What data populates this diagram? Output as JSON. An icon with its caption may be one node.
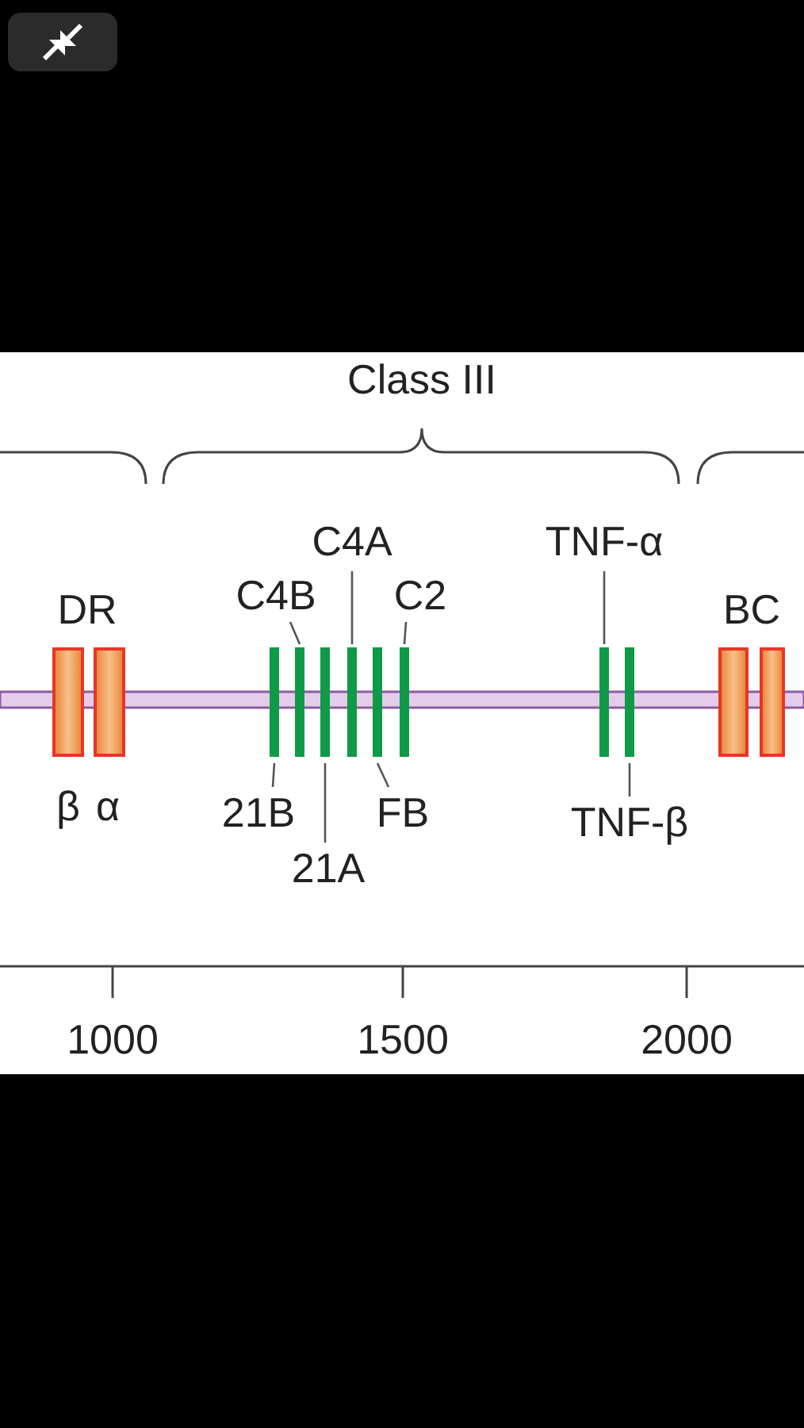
{
  "diagram": {
    "nodes": [
      {
        "text": [
          "C4A"
        ]
      },
      {
        "text": [
          "TNF-α"
        ]
      },
      {
        "text": [
          "C4B"
        ]
      },
      {
        "text": [
          "C2"
        ]
      },
      {
        "text": [
          "21B"
        ]
      },
      {
        "text": [
          "FB"
        ]
      },
      {
        "text": [
          "TNF-β"
        ]
      },
      {
        "text": [
          "21A"
        ]
      },
      {
        "text": [],
        "shape": "box"
      },
      {
        "text": [],
        "shape": "box"
      },
      {
        "text": [],
        "shape": "bar"
      },
      {
        "text": [],
        "shape": "bar"
      },
      {
        "text": [],
        "shape": "bar"
      },
      {
        "text": [],
        "shape": "bar"
      },
      {
        "text": [],
        "shape": "bar"
      },
      {
        "text": [],
        "shape": "bar"
      },
      {
        "text": [],
        "shape": "bar"
      },
      {
        "text": [],
        "shape": "bar"
      },
      {
        "text": [],
        "shape": "box"
      },
      {
        "text": [],
        "shape": "box"
      }
    ],
    "edges": [
      {
        "from": 2,
        "to": 11,
        "arrow": "none"
      },
      {
        "from": 0,
        "to": 13,
        "arrow": "none"
      },
      {
        "from": 3,
        "to": 15,
        "arrow": "none"
      },
      {
        "from": 4,
        "to": 10,
        "arrow": "none"
      },
      {
        "from": 7,
        "to": 12,
        "arrow": "none"
      },
      {
        "from": 5,
        "to": 14,
        "arrow": "none"
      },
      {
        "from": 1,
        "to": 16,
        "arrow": "none"
      },
      {
        "from": 6,
        "to": 17,
        "arrow": "none"
      }
    ],
    "labels": [
      "Class III",
      "DR",
      "BC",
      "β",
      "α",
      "1000",
      "1500",
      "2000"
    ]
  }
}
